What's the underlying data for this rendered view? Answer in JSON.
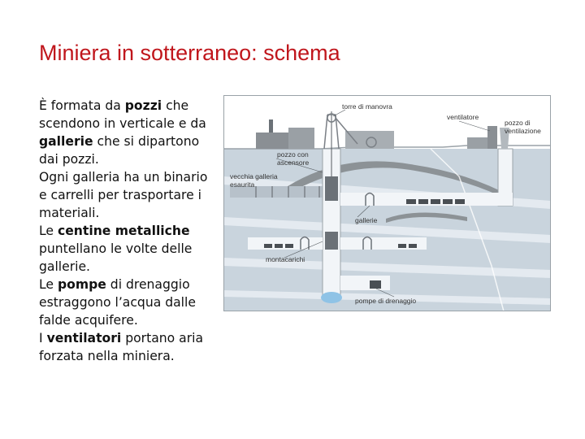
{
  "title": "Miniera in sotterraneo: schema",
  "paragraphs": [
    [
      {
        "t": "È formata da ",
        "b": false
      },
      {
        "t": "pozzi",
        "b": true
      },
      {
        "t": " che scendono in verticale e da ",
        "b": false
      },
      {
        "t": "gallerie",
        "b": true
      },
      {
        "t": " che si dipartono dai pozzi.",
        "b": false
      }
    ],
    [
      {
        "t": "Ogni galleria ha un binario e carrelli per trasportare i materiali.",
        "b": false
      }
    ],
    [
      {
        "t": "Le ",
        "b": false
      },
      {
        "t": "centine metalliche",
        "b": true
      },
      {
        "t": " puntellano le volte delle gallerie.",
        "b": false
      }
    ],
    [
      {
        "t": "Le ",
        "b": false
      },
      {
        "t": "pompe",
        "b": true
      },
      {
        "t": " di drenaggio estraggono l’acqua dalle falde acquifere.",
        "b": false
      }
    ],
    [
      {
        "t": "I ",
        "b": false
      },
      {
        "t": "ventilatori",
        "b": true
      },
      {
        "t": " portano aria forzata nella miniera.",
        "b": false
      }
    ]
  ],
  "diagram": {
    "labels": {
      "torre": "torre di manovra",
      "ventilatore": "ventilatore",
      "pozzo_vent_1": "pozzo di",
      "pozzo_vent_2": "ventilazione",
      "pozzo_asc_1": "pozzo con",
      "pozzo_asc_2": "ascensore",
      "vecchia_1": "vecchia galleria",
      "vecchia_2": "esaurita",
      "gallerie": "gallerie",
      "montacarichi": "montacarichi",
      "pompe": "pompe di drenaggio"
    },
    "colors": {
      "sky": "#ffffff",
      "ground": "#c9d4dd",
      "stripe": "#e4eaf0",
      "tunnel": "#f2f5f8",
      "seam": "#8c9296",
      "water": "#8fc3e6",
      "building": "#8a8f94",
      "frame": "#7b8086"
    }
  }
}
